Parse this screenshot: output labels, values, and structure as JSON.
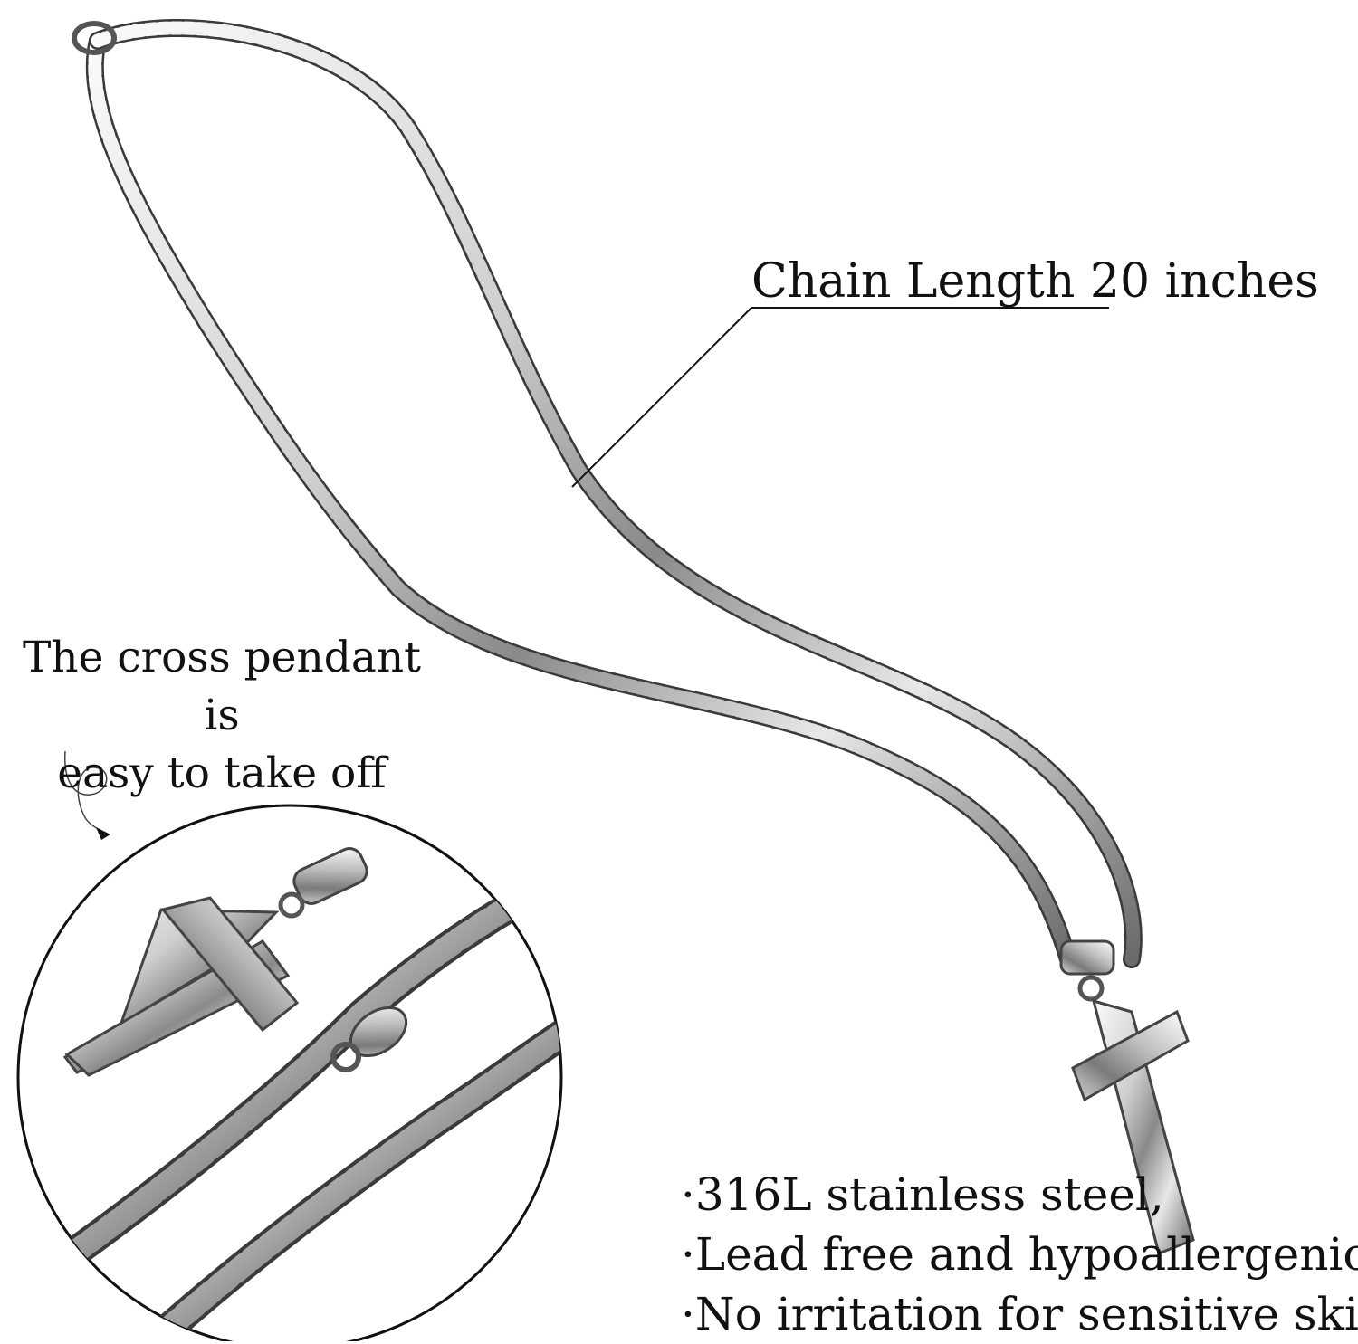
{
  "labels": {
    "chain_length": "Chain Length 20 inches",
    "pendant_note_line1": "The cross pendant is",
    "pendant_note_line2": "easy to take off"
  },
  "features": [
    "·316L stainless steel,",
    "·Lead free and hypoallergenic.",
    "·No irritation for sensitive skin."
  ],
  "colors": {
    "text": "#111111",
    "metal_light": "#f2f2f2",
    "metal_dark": "#555555",
    "background": "#ffffff"
  }
}
